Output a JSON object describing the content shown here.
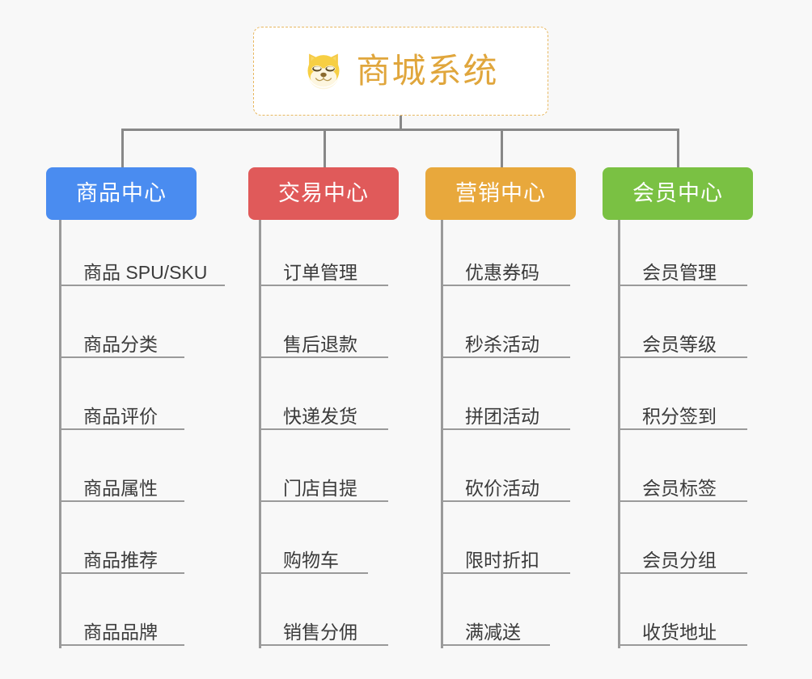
{
  "diagram": {
    "title": "商城系统",
    "background_color": "#f8f8f8",
    "root": {
      "label": "商城系统",
      "icon": "shiba-dog-face-icon",
      "text_color": "#e0a63c",
      "border_color": "#e8b860",
      "background_color": "#ffffff"
    },
    "connector_color": "#888888",
    "branches": [
      {
        "label": "商品中心",
        "color": "#4a8cf0",
        "items": [
          "商品 SPU/SKU",
          "商品分类",
          "商品评价",
          "商品属性",
          "商品推荐",
          "商品品牌"
        ]
      },
      {
        "label": "交易中心",
        "color": "#e05a5a",
        "items": [
          "订单管理",
          "售后退款",
          "快递发货",
          "门店自提",
          "购物车",
          "销售分佣"
        ]
      },
      {
        "label": "营销中心",
        "color": "#e8a83c",
        "items": [
          "优惠券码",
          "秒杀活动",
          "拼团活动",
          "砍价活动",
          "限时折扣",
          "满减送"
        ]
      },
      {
        "label": "会员中心",
        "color": "#7ac143",
        "items": [
          "会员管理",
          "会员等级",
          "积分签到",
          "会员标签",
          "会员分组",
          "收货地址"
        ]
      }
    ]
  }
}
